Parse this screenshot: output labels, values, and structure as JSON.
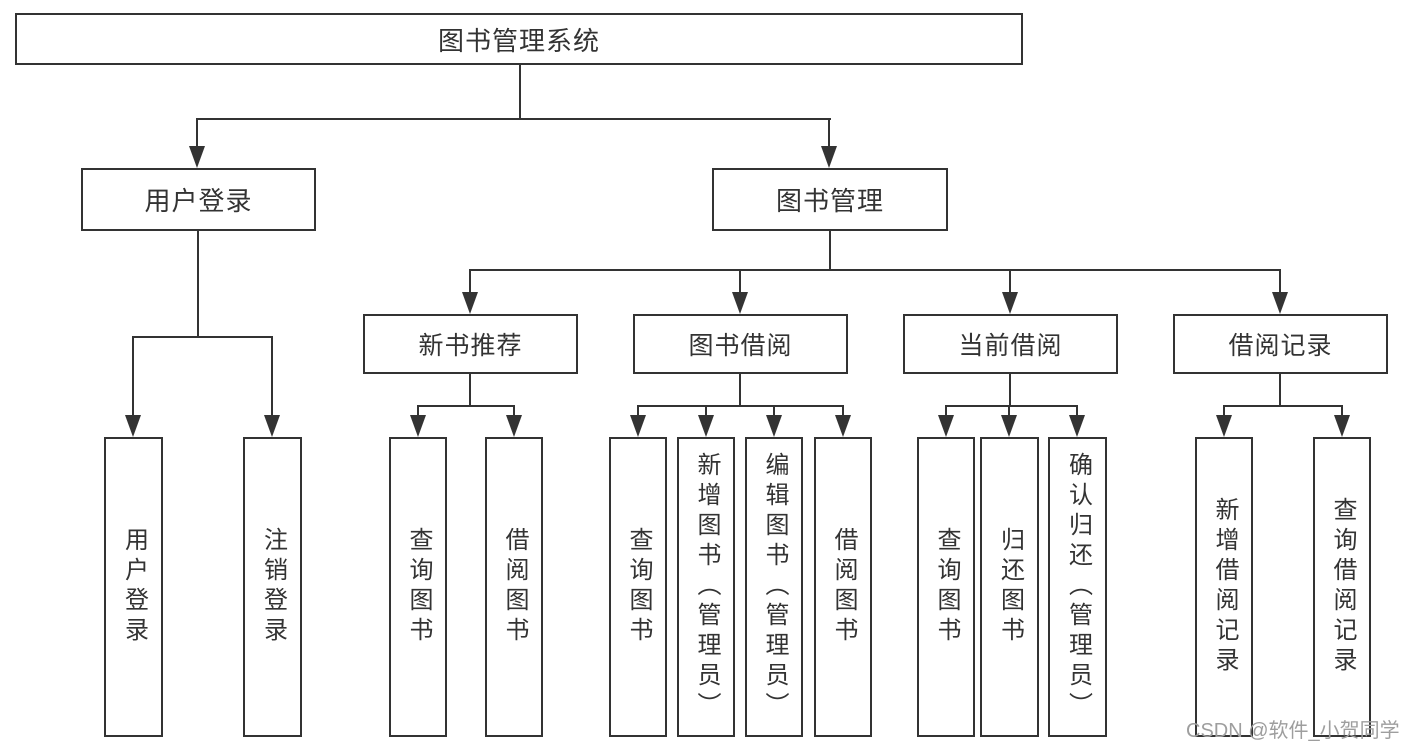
{
  "diagram": {
    "root": {
      "label": "图书管理系统"
    },
    "branches": [
      {
        "label": "用户登录",
        "children": [
          {
            "label": "用户登录"
          },
          {
            "label": "注销登录"
          }
        ]
      },
      {
        "label": "图书管理",
        "children": [
          {
            "label": "新书推荐",
            "children": [
              {
                "label": "查询图书"
              },
              {
                "label": "借阅图书"
              }
            ]
          },
          {
            "label": "图书借阅",
            "children": [
              {
                "label": "查询图书"
              },
              {
                "label": "新增图书（管理员）"
              },
              {
                "label": "编辑图书（管理员）"
              },
              {
                "label": "借阅图书"
              }
            ]
          },
          {
            "label": "当前借阅",
            "children": [
              {
                "label": "查询图书"
              },
              {
                "label": "归还图书"
              },
              {
                "label": "确认归还（管理员）"
              }
            ]
          },
          {
            "label": "借阅记录",
            "children": [
              {
                "label": "新增借阅记录"
              },
              {
                "label": "查询借阅记录"
              }
            ]
          }
        ]
      }
    ],
    "watermark": "CSDN @软件_小贺同学",
    "colors": {
      "line": "#333333",
      "text": "#333333",
      "background": "#ffffff",
      "watermark": "#9e9e9e"
    }
  }
}
